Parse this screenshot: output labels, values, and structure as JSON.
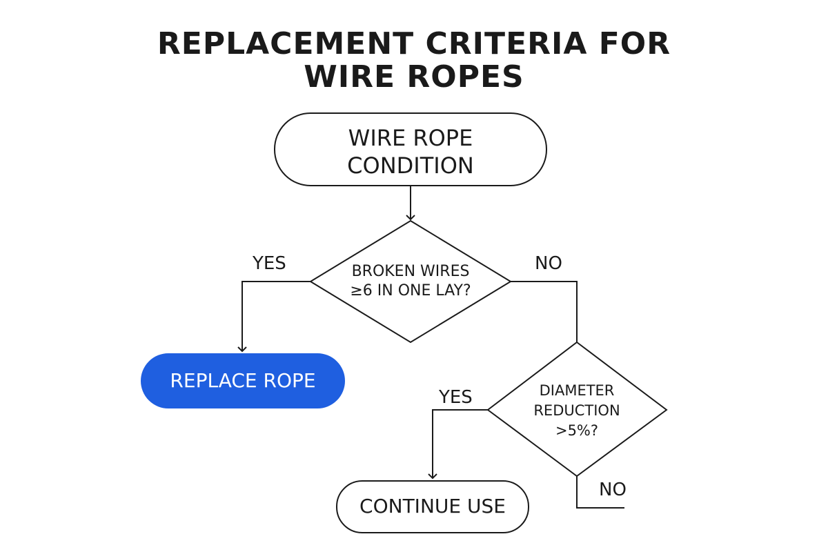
{
  "title": {
    "line1": "REPLACEMENT CRITERIA FOR",
    "line2": "WIRE ROPES"
  },
  "nodes": {
    "start": {
      "line1": "WIRE ROPE",
      "line2": "CONDITION"
    },
    "decision_broken": {
      "line1": "BROKEN WIRES",
      "line2": "≥6 IN ONE LAY?"
    },
    "replace": {
      "label": "REPLACE ROPE"
    },
    "decision_diameter": {
      "line1": "DIAMETER",
      "line2": "REDUCTION",
      "line3": ">5%?"
    },
    "continue": {
      "label": "CONTINUE USE"
    }
  },
  "edges": {
    "broken_yes": "YES",
    "broken_no": "NO",
    "diameter_yes": "YES",
    "diameter_no": "NO"
  },
  "colors": {
    "ink": "#1a1a1a",
    "accent": "#1f5fe0",
    "accent_text": "#ffffff",
    "background": "#ffffff"
  }
}
